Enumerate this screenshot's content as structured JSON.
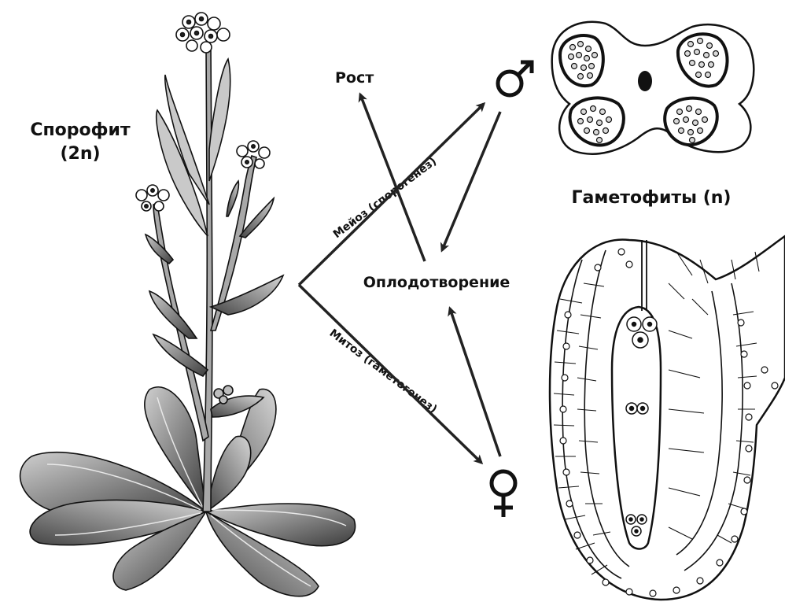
{
  "labels": {
    "sporophyte_line1": "Спорофит",
    "sporophyte_line2": "(2n)",
    "growth": "Рост",
    "meiosis": "Мейоз (спорогенез)",
    "mitosis": "Митоз (гаметогенез)",
    "fertilization": "Оплодотворение",
    "gametophytes": "Гаметофиты (n)",
    "male_symbol": "♂",
    "female_symbol": "♀"
  },
  "icons": {
    "plant": "arabidopsis-plant-illustration",
    "anther": "anther-cross-section",
    "ovule": "ovule-cross-section"
  },
  "colors": {
    "ink": "#111111",
    "leaf_dark": "#4a4a4a",
    "leaf_light": "#b8b8b8",
    "stem": "#9a9a9a",
    "cell_fill": "#ffffff",
    "pollen": "#d9d9d9"
  }
}
